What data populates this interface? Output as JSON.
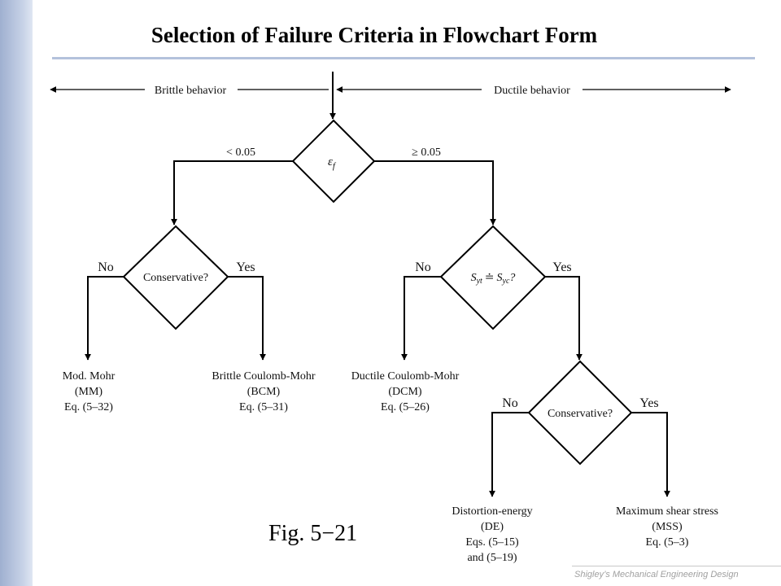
{
  "title": "Selection of Failure Criteria in Flowchart Form",
  "figure_label": "Fig. 5−21",
  "footer": "Shigley’s Mechanical Engineering Design",
  "behavior": {
    "brittle": "Brittle behavior",
    "ductile": "Ductile behavior"
  },
  "decisions": {
    "strain": {
      "symbol": "ε",
      "subscript": "f",
      "left_branch": "< 0.05",
      "right_branch": "≥ 0.05"
    },
    "brittle_conservative": {
      "label": "Conservative?",
      "no": "No",
      "yes": "Yes"
    },
    "yield_equal": {
      "s1": "S",
      "s1_sub": "yt",
      "rel": "≐",
      "s2": "S",
      "s2_sub": "yc",
      "q": "?",
      "no": "No",
      "yes": "Yes"
    },
    "ductile_conservative": {
      "label": "Conservative?",
      "no": "No",
      "yes": "Yes"
    }
  },
  "outcomes": {
    "mm": {
      "line1": "Mod. Mohr",
      "line2": "(MM)",
      "line3": "Eq. (5–32)"
    },
    "bcm": {
      "line1": "Brittle Coulomb-Mohr",
      "line2": "(BCM)",
      "line3": "Eq. (5–31)"
    },
    "dcm": {
      "line1": "Ductile Coulomb-Mohr",
      "line2": "(DCM)",
      "line3": "Eq. (5–26)"
    },
    "de": {
      "line1": "Distortion-energy",
      "line2": "(DE)",
      "line3": "Eqs. (5–15)",
      "line4": "and (5–19)"
    },
    "mss": {
      "line1": "Maximum shear stress",
      "line2": "(MSS)",
      "line3": "Eq. (5–3)"
    }
  }
}
